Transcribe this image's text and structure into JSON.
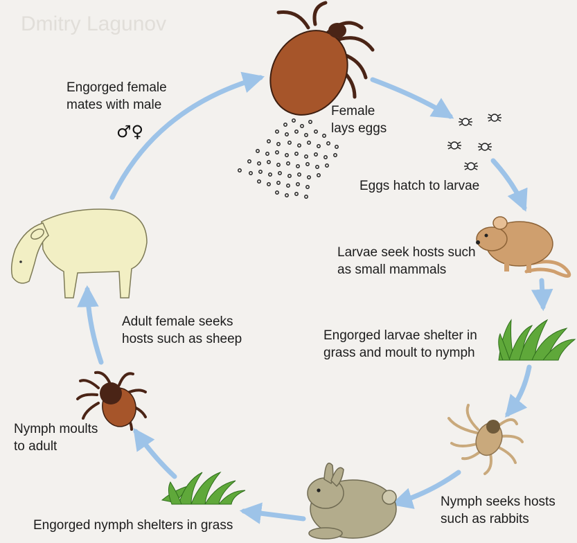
{
  "diagram": {
    "labels": {
      "mates": [
        "Engorged female",
        "mates with male"
      ],
      "symbols": "♂♀",
      "lays": [
        "Female",
        "lays eggs"
      ],
      "hatch": "Eggs hatch to larvae",
      "larvae_seek": [
        "Larvae seek hosts such",
        "as small mammals"
      ],
      "larvae_shelter": [
        "Engorged larvae shelter in",
        "grass and moult to nymph"
      ],
      "nymph_seek": [
        "Nymph seeks hosts",
        "such as rabbits"
      ],
      "nymph_shelter": "Engorged nymph shelters in grass",
      "moult": [
        "Nymph moults",
        "to adult"
      ],
      "adult_seek": [
        "Adult female seeks",
        "hosts such as sheep"
      ]
    },
    "watermark": "Dmitry Lagunov",
    "colors": {
      "arrow": "#9dc3e8",
      "tick_body": "#a6552a",
      "tick_legs": "#4a2416",
      "mouse": "#cf9f6e",
      "sheep": "#f2efc4",
      "rabbit": "#b3ac8c",
      "grass": "#5fa83a",
      "nymph": "#c9a97c"
    }
  }
}
